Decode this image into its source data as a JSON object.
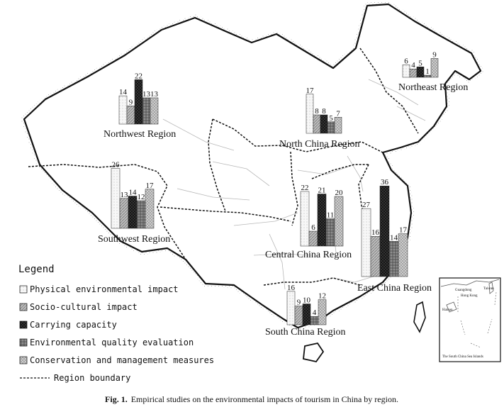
{
  "legend": {
    "title": "Legend",
    "items": [
      {
        "label": "Physical environmental impact",
        "pattern": "p-physical"
      },
      {
        "label": "Socio-cultural impact",
        "pattern": "p-social"
      },
      {
        "label": "Carrying capacity",
        "pattern": "p-carrying"
      },
      {
        "label": "Environmental quality evaluation",
        "pattern": "p-quality"
      },
      {
        "label": "Conservation and management measures",
        "pattern": "p-conservation"
      }
    ],
    "boundary_label": "Region boundary"
  },
  "caption": {
    "fig": "Fig. 1.",
    "text": "Empirical studies on the environmental impacts of tourism in China by region."
  },
  "inset": {
    "labels": [
      "Guangdong",
      "Hong Kong",
      "Taiwan",
      "Hainan"
    ],
    "title": "The South China Sea Islands"
  },
  "chart_data": {
    "type": "bar",
    "series": [
      "Physical environmental impact",
      "Socio-cultural impact",
      "Carrying capacity",
      "Environmental quality evaluation",
      "Conservation and management measures"
    ],
    "regions": [
      {
        "name": "Northwest Region",
        "values": [
          14,
          9,
          22,
          13,
          13
        ]
      },
      {
        "name": "Northeast Region",
        "values": [
          6,
          4,
          5,
          1,
          9
        ]
      },
      {
        "name": "North China Region",
        "values": [
          17,
          8,
          8,
          5,
          7
        ]
      },
      {
        "name": "Southwest Region",
        "values": [
          26,
          13,
          14,
          12,
          17
        ]
      },
      {
        "name": "Central China Region",
        "values": [
          22,
          6,
          21,
          11,
          20
        ]
      },
      {
        "name": "East China Region",
        "values": [
          27,
          16,
          36,
          14,
          17
        ]
      },
      {
        "name": "South China Region",
        "values": [
          16,
          9,
          10,
          4,
          12
        ]
      }
    ]
  }
}
